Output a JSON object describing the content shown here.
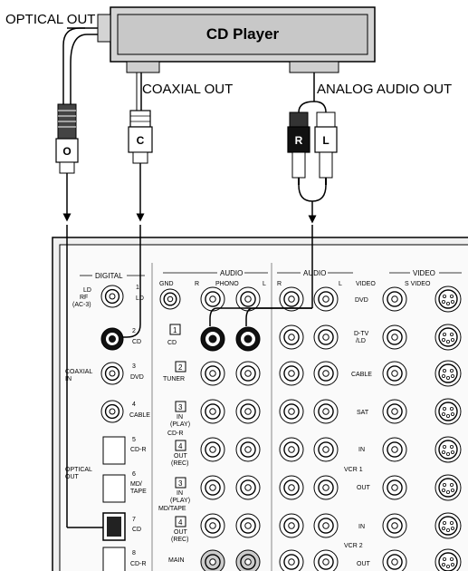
{
  "device": {
    "title": "CD Player",
    "optical_out": "OPTICAL OUT",
    "coaxial_out": "COAXIAL OUT",
    "analog_audio_out": "ANALOG AUDIO OUT"
  },
  "plugs": {
    "optical": "O",
    "coaxial": "C",
    "right": "R",
    "left": "L"
  },
  "panel": {
    "digital": "DIGITAL",
    "audio": "AUDIO",
    "video": "VIDEO",
    "s_video": "S VIDEO",
    "gnd": "GND",
    "phono": "PHONO",
    "r": "R",
    "l": "L",
    "ld_rf": "LD",
    "ld_rf2": "RF",
    "ac3": "(AC-3)",
    "coaxial_in": "COAXIAL",
    "coaxial_in2": "IN",
    "optical_out_panel": "OPTICAL",
    "optical_out_panel2": "OUT",
    "jack_nums": [
      "1",
      "2",
      "3",
      "4",
      "5",
      "6",
      "7",
      "8"
    ],
    "jack_names": [
      "LD",
      "CD",
      "DVD",
      "CABLE",
      "CD-R",
      "MD/",
      "CD",
      "CD-R"
    ],
    "jack6_line2": "TAPE",
    "rows": {
      "cd": "CD",
      "tuner": "TUNER",
      "cdr_in": "IN",
      "cdr_in2": "(PLAY)",
      "cdr": "CD-R",
      "cdr_out": "OUT",
      "cdr_out2": "(REC)",
      "md_in": "IN",
      "md_in2": "(PLAY)",
      "md": "MD/TAPE",
      "md_out": "OUT",
      "md_out2": "(REC)",
      "main": "MAIN",
      "n1": "1",
      "n2": "2",
      "n3": "3",
      "n4": "4",
      "n3b": "3",
      "n4b": "4"
    },
    "video_rows": [
      "DVD",
      "D-TV",
      "/LD",
      "CABLE",
      "SAT",
      "IN",
      "VCR 1",
      "OUT",
      "IN",
      "VCR 2",
      "OUT"
    ]
  }
}
